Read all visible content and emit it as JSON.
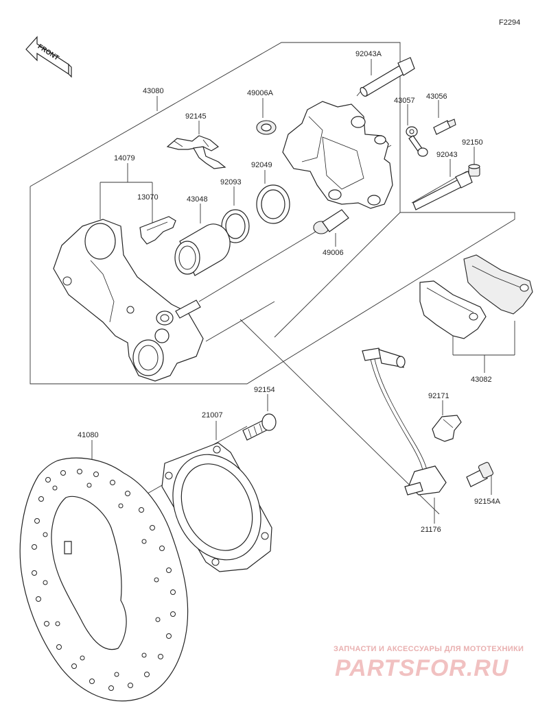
{
  "figure_code": "F2294",
  "front_label": "FRONT",
  "parts": [
    {
      "id": "p92043A",
      "number": "92043A"
    },
    {
      "id": "p43080",
      "number": "43080"
    },
    {
      "id": "p49006A",
      "number": "49006A"
    },
    {
      "id": "p43057",
      "number": "43057"
    },
    {
      "id": "p43056",
      "number": "43056"
    },
    {
      "id": "p92145",
      "number": "92145"
    },
    {
      "id": "p92150",
      "number": "92150"
    },
    {
      "id": "p92043",
      "number": "92043"
    },
    {
      "id": "p14079",
      "number": "14079"
    },
    {
      "id": "p92049",
      "number": "92049"
    },
    {
      "id": "p92093",
      "number": "92093"
    },
    {
      "id": "p13070",
      "number": "13070"
    },
    {
      "id": "p43048",
      "number": "43048"
    },
    {
      "id": "p49006",
      "number": "49006"
    },
    {
      "id": "p43082",
      "number": "43082"
    },
    {
      "id": "p92154",
      "number": "92154"
    },
    {
      "id": "p21007",
      "number": "21007"
    },
    {
      "id": "p41080",
      "number": "41080"
    },
    {
      "id": "p92171",
      "number": "92171"
    },
    {
      "id": "p92154A",
      "number": "92154A"
    },
    {
      "id": "p21176",
      "number": "21176"
    }
  ],
  "watermark": {
    "tagline": "ЗАПЧАСТИ И АКСЕССУАРЫ ДЛЯ МОТОТЕХНИКИ",
    "brand": "PARTSFOR.RU"
  }
}
